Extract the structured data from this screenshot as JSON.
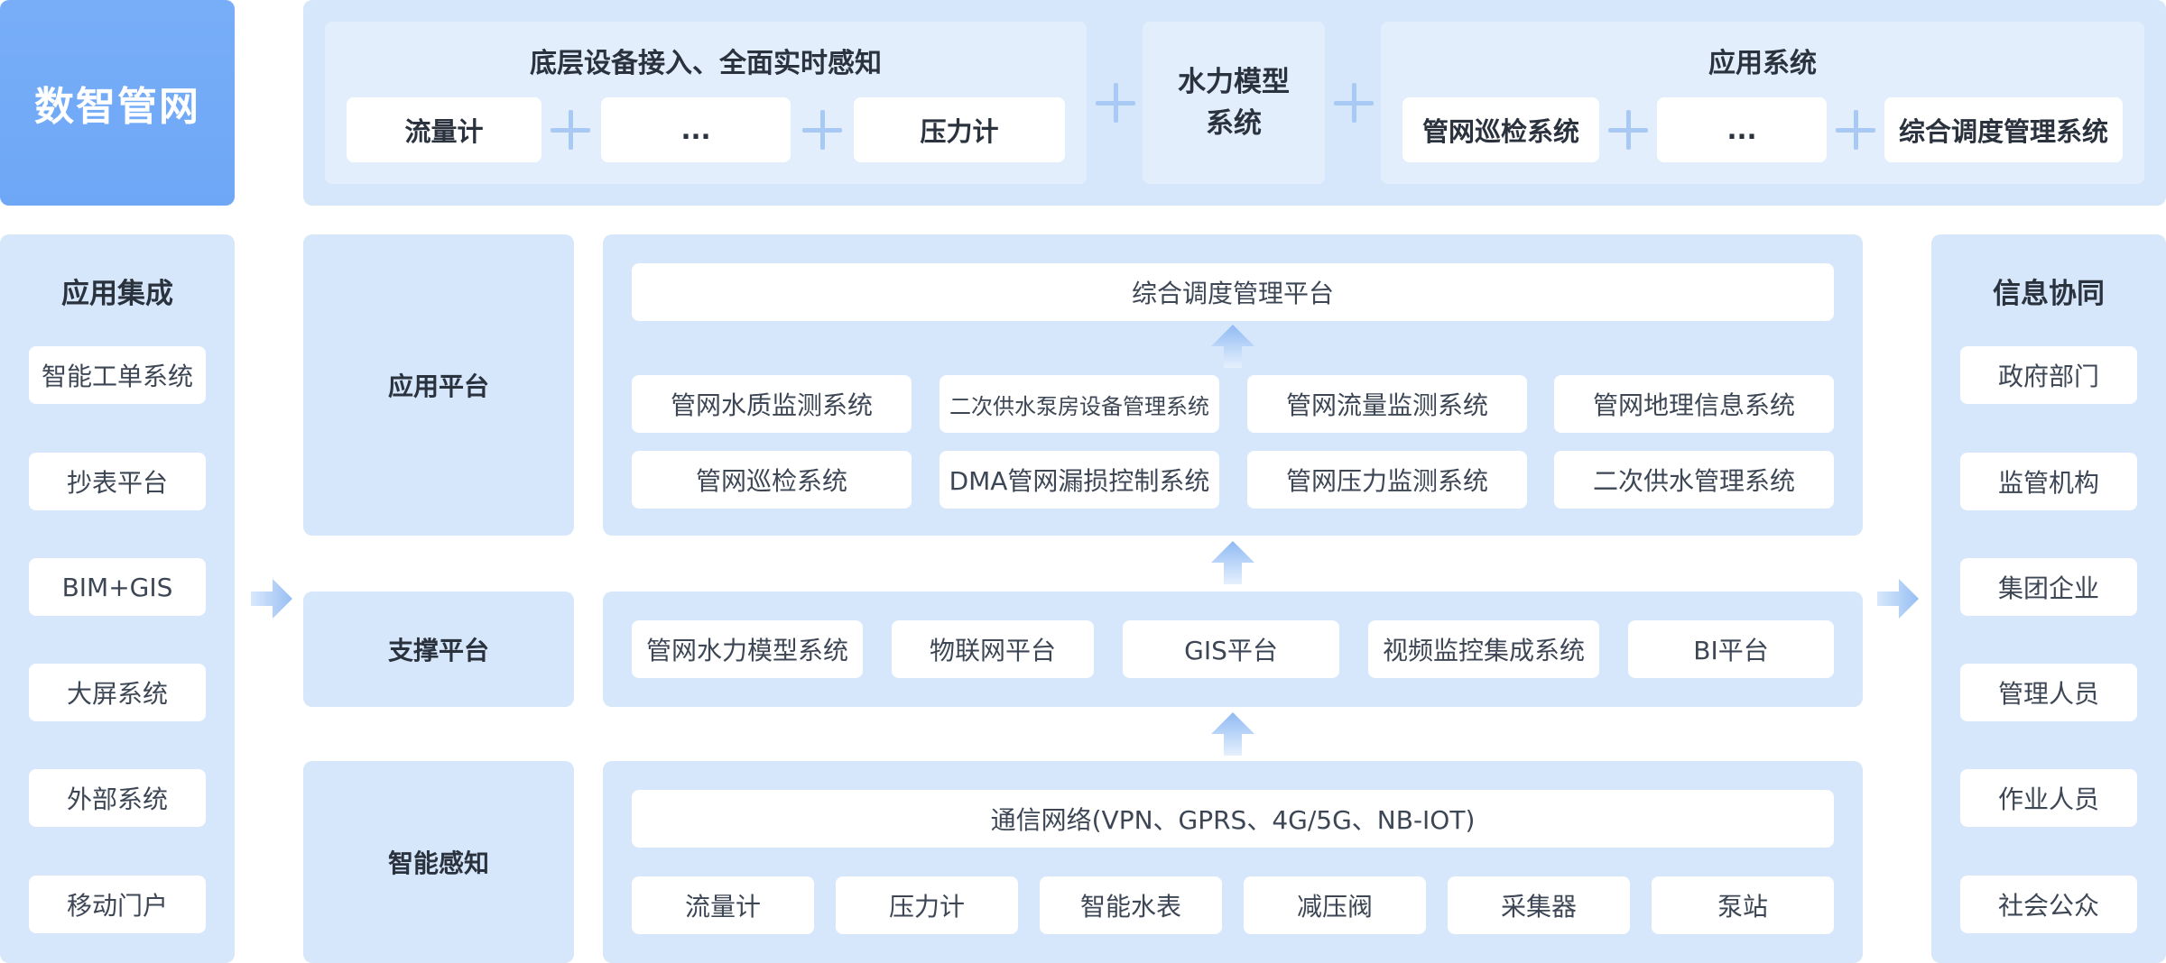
{
  "brand": {
    "title": "数智管网"
  },
  "top": {
    "sensing": {
      "title": "底层设备接入、全面实时感知",
      "items": [
        "流量计",
        "...",
        "压力计"
      ]
    },
    "hydraulic_model": {
      "title": "水力模型\n系统"
    },
    "apps": {
      "title": "应用系统",
      "items": [
        "管网巡检系统",
        "...",
        "综合调度管理系统"
      ]
    }
  },
  "left_column": {
    "title": "应用集成",
    "items": [
      "智能工单系统",
      "抄表平台",
      "BIM+GIS",
      "大屏系统",
      "外部系统",
      "移动门户"
    ]
  },
  "right_column": {
    "title": "信息协同",
    "items": [
      "政府部门",
      "监管机构",
      "集团企业",
      "管理人员",
      "作业人员",
      "社会公众"
    ]
  },
  "layers": {
    "application": {
      "label": "应用平台",
      "top_item": "综合调度管理平台",
      "row1": [
        "管网水质监测系统",
        "二次供水泵房设备管理系统",
        "管网流量监测系统",
        "管网地理信息系统"
      ],
      "row2": [
        "管网巡检系统",
        "DMA管网漏损控制系统",
        "管网压力监测系统",
        "二次供水管理系统"
      ]
    },
    "support": {
      "label": "支撑平台",
      "items": [
        "管网水力模型系统",
        "物联网平台",
        "GIS平台",
        "视频监控集成系统",
        "BI平台"
      ]
    },
    "sensing": {
      "label": "智能感知",
      "top_item": "通信网络(VPN、GPRS、4G/5G、NB-IOT)",
      "items": [
        "流量计",
        "压力计",
        "智能水表",
        "减压阀",
        "采集器",
        "泵站"
      ]
    }
  },
  "colors": {
    "brand": "#78aef8",
    "panel": "#d7e7fb",
    "inner_panel": "#e3eefc",
    "card": "#ffffff",
    "arrow": "#a9c9f5",
    "text": "#333a45"
  },
  "icons": {
    "connector": "plus-icon",
    "flow": "arrow-up-icon",
    "side_flow": "arrow-right-icon"
  }
}
